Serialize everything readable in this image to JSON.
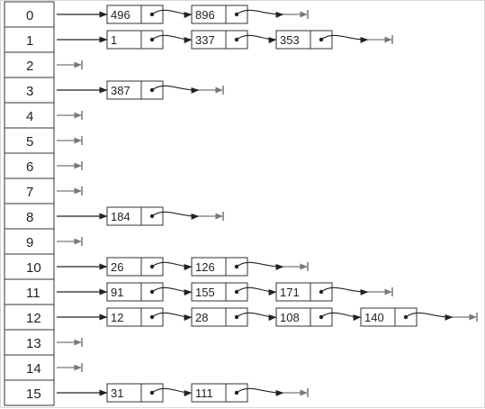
{
  "hash_table": {
    "buckets": [
      {
        "index": "0",
        "chain": [
          "496",
          "896"
        ]
      },
      {
        "index": "1",
        "chain": [
          "1",
          "337",
          "353"
        ]
      },
      {
        "index": "2",
        "chain": []
      },
      {
        "index": "3",
        "chain": [
          "387"
        ]
      },
      {
        "index": "4",
        "chain": []
      },
      {
        "index": "5",
        "chain": []
      },
      {
        "index": "6",
        "chain": []
      },
      {
        "index": "7",
        "chain": []
      },
      {
        "index": "8",
        "chain": [
          "184"
        ]
      },
      {
        "index": "9",
        "chain": []
      },
      {
        "index": "10",
        "chain": [
          "26",
          "126"
        ]
      },
      {
        "index": "11",
        "chain": [
          "91",
          "155",
          "171"
        ]
      },
      {
        "index": "12",
        "chain": [
          "12",
          "28",
          "108",
          "140"
        ]
      },
      {
        "index": "13",
        "chain": []
      },
      {
        "index": "14",
        "chain": []
      },
      {
        "index": "15",
        "chain": [
          "31",
          "111"
        ]
      }
    ]
  },
  "colors": {
    "box_stroke": "#333333",
    "arrow": "#222222",
    "null_terminator": "#777777",
    "text": "#222222"
  }
}
